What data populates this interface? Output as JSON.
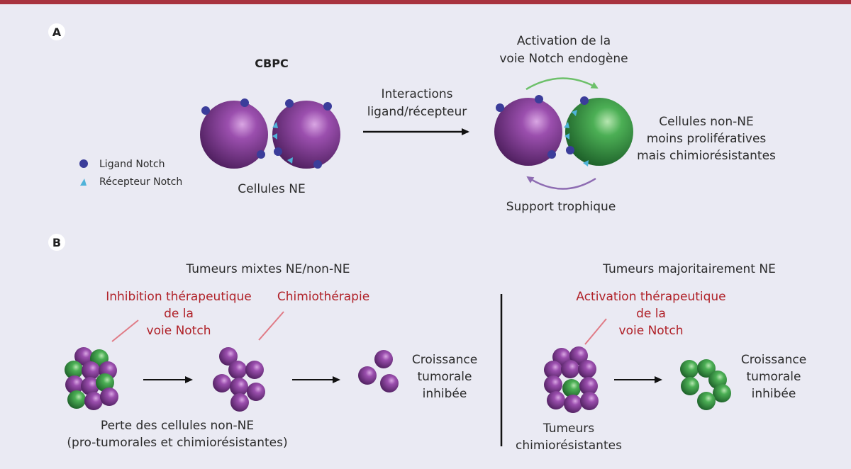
{
  "panel_a": {
    "label": "A",
    "cbpc": "CBPC",
    "cells_ne": "Cellules NE",
    "legend": {
      "ligand": "Ligand Notch",
      "receptor": "Récepteur Notch"
    },
    "interaction": [
      "Interactions",
      "ligand/récepteur"
    ],
    "activation": [
      "Activation de la",
      "voie Notch endogène"
    ],
    "non_ne": [
      "Cellules non-NE",
      "moins prolifératives",
      "mais chimiorésistantes"
    ],
    "support": "Support trophique"
  },
  "panel_b": {
    "label": "B",
    "mixed_title": "Tumeurs mixtes NE/non-NE",
    "inhibition": [
      "Inhibition thérapeutique",
      "de la",
      "voie Notch"
    ],
    "chemo": "Chimiothérapie",
    "loss": [
      "Perte des cellules non-NE",
      "(pro-tumorales et chimiorésistantes)"
    ],
    "growth_left": [
      "Croissance",
      "tumorale",
      "inhibée"
    ],
    "ne_title": "Tumeurs majoritairement NE",
    "activation": [
      "Activation thérapeutique",
      "de la",
      "voie Notch"
    ],
    "resistant": [
      "Tumeurs",
      "chimiorésistantes"
    ],
    "growth_right": [
      "Croissance",
      "tumorale",
      "inhibée"
    ]
  },
  "colors": {
    "purple": "#7b3a8f",
    "green": "#3f9a4c",
    "ligand": "#3b3d9a",
    "receptor": "#4fb3d9",
    "red_text": "#b02128",
    "top_bar": "#a8333f"
  }
}
